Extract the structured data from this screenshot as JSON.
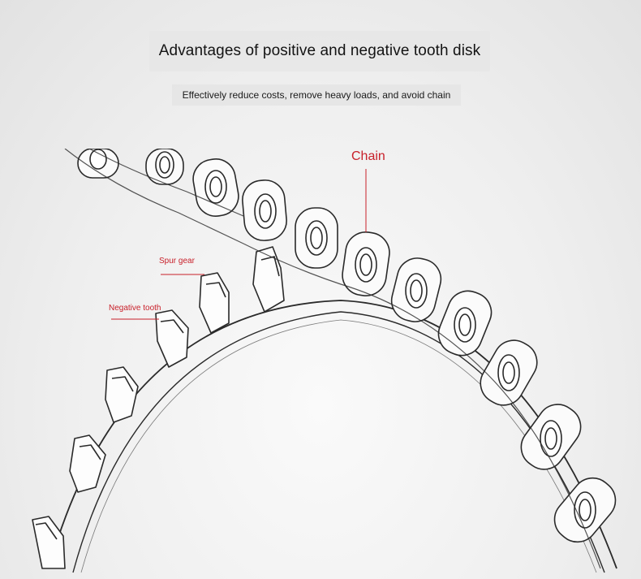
{
  "header": {
    "title": "Advantages of positive and negative tooth disk",
    "subtitle": "Effectively reduce costs, remove heavy loads, and avoid chain"
  },
  "callouts": {
    "chain": "Chain",
    "spur_gear": "Spur gear",
    "negative_tooth": "Negative tooth"
  },
  "colors": {
    "accent_red": "#c8202a",
    "line_art": "#2a2a2a"
  }
}
